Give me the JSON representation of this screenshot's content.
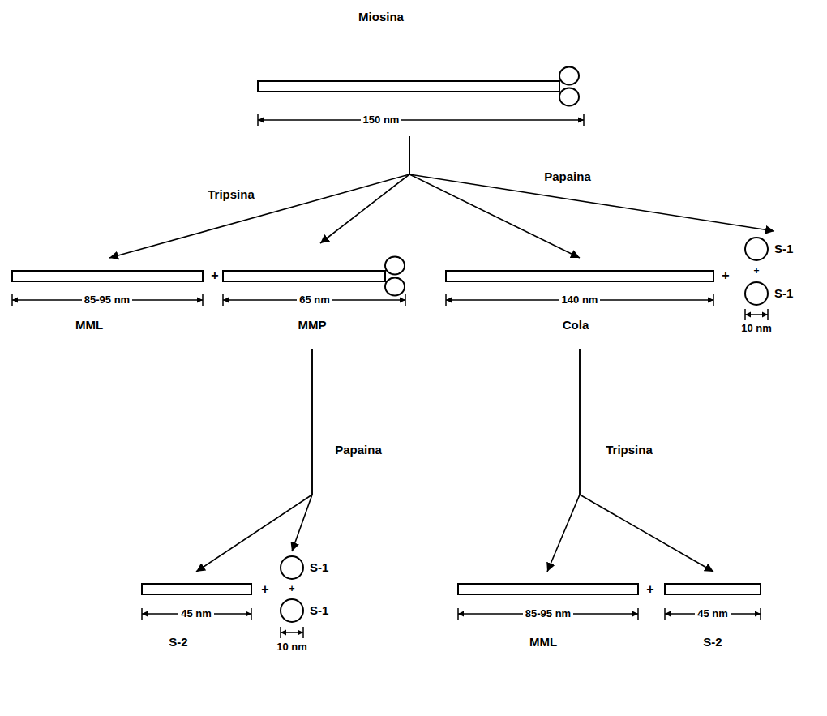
{
  "diagram": {
    "nodes": [
      {
        "text": [
          "Miosina",
          "150 nm"
        ]
      },
      {
        "text": [
          "85-95 nm",
          "MML"
        ]
      },
      {
        "text": [
          "65 nm",
          "MMP"
        ]
      },
      {
        "text": [
          "140 nm",
          "Cola"
        ]
      },
      {
        "text": [
          "S-1",
          "S-1",
          "10 nm"
        ]
      },
      {
        "text": [
          "45 nm",
          "S-2"
        ]
      },
      {
        "text": [
          "S-1",
          "S-1",
          "10 nm"
        ]
      },
      {
        "text": [
          "85-95 nm",
          "MML"
        ]
      },
      {
        "text": [
          "45 nm",
          "S-2"
        ]
      }
    ],
    "edges": [
      {
        "from": 0,
        "to": 1,
        "arrow": "to"
      },
      {
        "from": 0,
        "to": 2,
        "label": "Tripsina",
        "arrow": "to"
      },
      {
        "from": 0,
        "to": 3,
        "label": "Papaina",
        "arrow": "to"
      },
      {
        "from": 0,
        "to": 4,
        "arrow": "to"
      },
      {
        "from": 2,
        "to": 5,
        "label": "Papaina",
        "arrow": "to"
      },
      {
        "from": 2,
        "to": 6,
        "arrow": "to"
      },
      {
        "from": 3,
        "to": 7,
        "label": "Tripsina",
        "arrow": "to"
      },
      {
        "from": 3,
        "to": 8,
        "arrow": "to"
      }
    ],
    "labels": [
      "+",
      "+",
      "+",
      "+",
      "+",
      "+"
    ]
  }
}
